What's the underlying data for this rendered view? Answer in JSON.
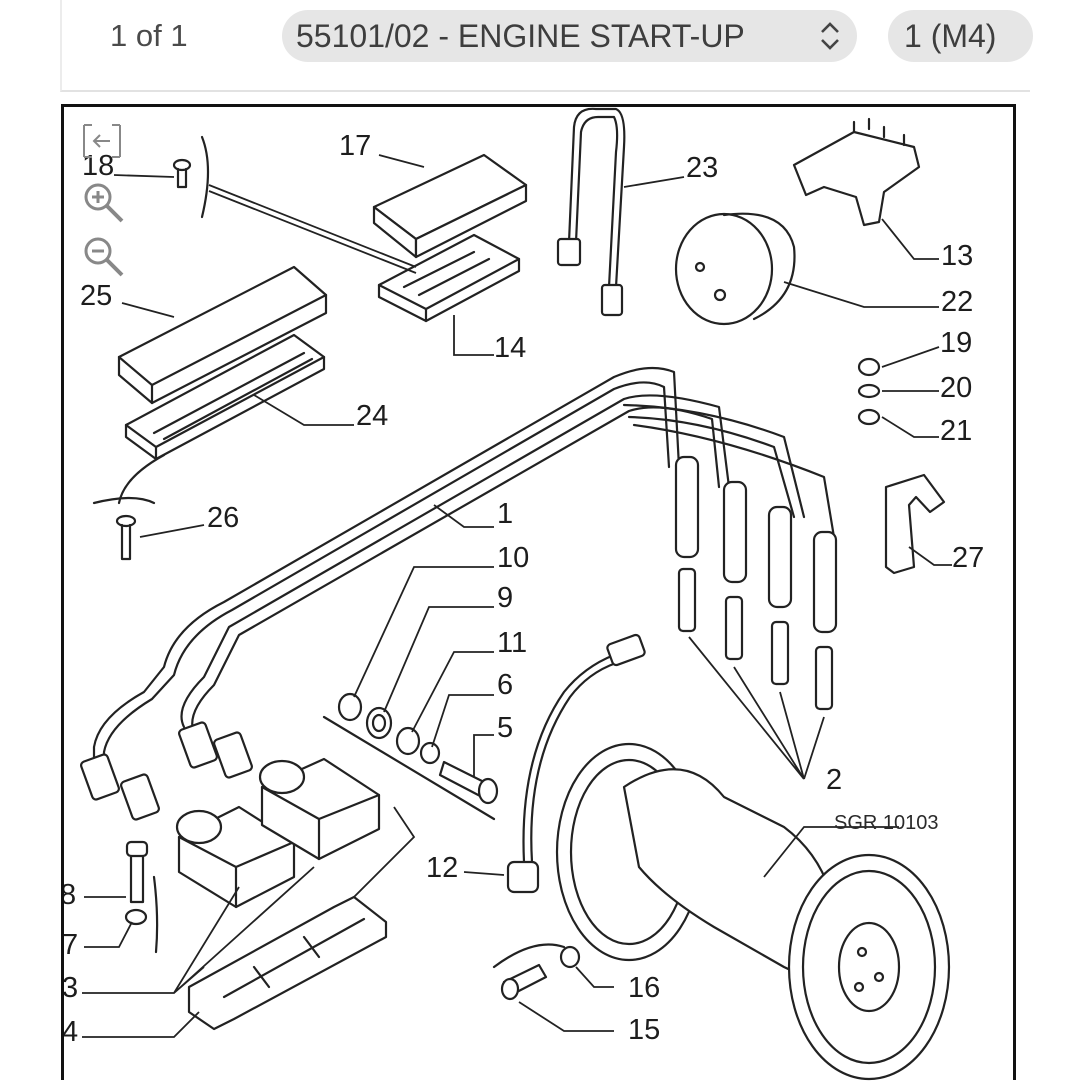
{
  "toolbar": {
    "page_indicator": "1 of 1",
    "diagram_select": {
      "value": "55101/02 - ENGINE START-UP",
      "icon": "updown-chevron-icon"
    },
    "variant_pill": {
      "value": "1 (M4)"
    }
  },
  "diagram": {
    "tools": [
      "exit-fullscreen-icon",
      "zoom-in-icon",
      "zoom-out-icon"
    ],
    "reference_code": "SGR 10103",
    "callouts": [
      "18",
      "17",
      "23",
      "13",
      "22",
      "14",
      "25",
      "24",
      "19",
      "20",
      "21",
      "26",
      "1",
      "10",
      "9",
      "11",
      "6",
      "5",
      "27",
      "2",
      "8",
      "7",
      "3",
      "4",
      "12",
      "16",
      "15"
    ]
  }
}
